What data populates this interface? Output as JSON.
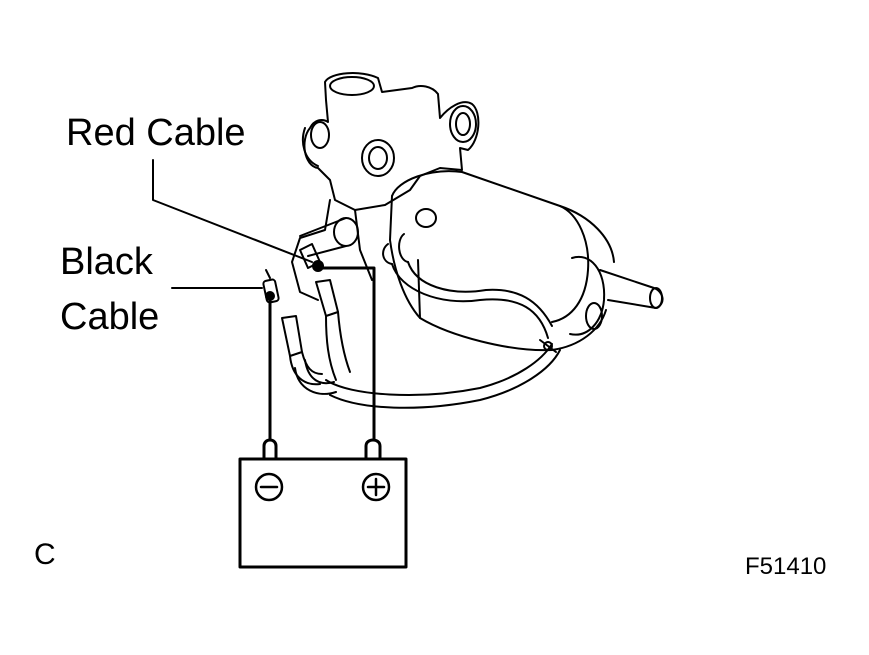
{
  "labels": {
    "red_cable": "Red Cable",
    "black_cable_line1": "Black",
    "black_cable_line2": "Cable",
    "view_letter": "C",
    "figure_code": "F51410"
  },
  "battery": {
    "negative_symbol": "−",
    "positive_symbol": "+"
  },
  "icons": [
    "battery-icon",
    "motor-valve-assembly-icon",
    "connector-icon"
  ],
  "colors": {
    "line": "#000000",
    "background": "#ffffff"
  }
}
